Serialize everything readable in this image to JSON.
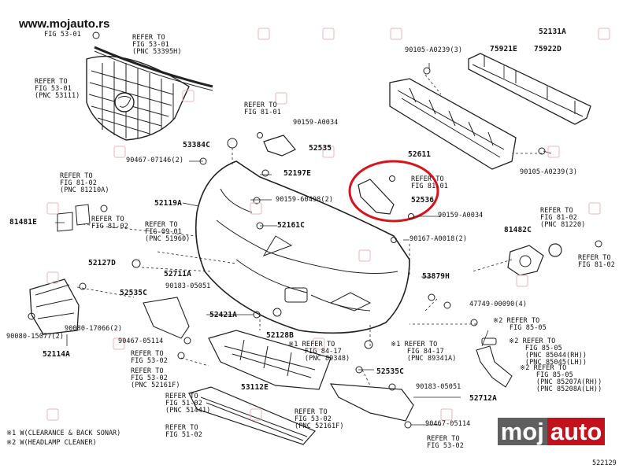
{
  "site": "www.mojauto.rs",
  "brand": {
    "part1": "moj",
    "part2": "auto"
  },
  "diagram_code": "522129",
  "footnotes": [
    "※1 W(CLEARANCE & BACK SONAR)",
    "※2 W(HEADLAMP CLEANER)"
  ],
  "labels": [
    {
      "id": "top-fig5301",
      "text": "FIG 53-01"
    },
    {
      "id": "ref-53395h",
      "text": "REFER TO\nFIG 53-01\n(PNC 53395H)"
    },
    {
      "id": "ref-53111",
      "text": "REFER TO\nFIG 53-01\n(PNC 53111)"
    },
    {
      "id": "ref-8101-a",
      "text": "REFER TO\nFIG 81-01"
    },
    {
      "id": "p90159a0034-a",
      "text": "90159-A0034"
    },
    {
      "id": "p52535",
      "text": "52535"
    },
    {
      "id": "p53384c",
      "text": "53384C"
    },
    {
      "id": "p9046707146",
      "text": "90467-07146(2)"
    },
    {
      "id": "p52197e",
      "text": "52197E"
    },
    {
      "id": "p90159a0239",
      "text": "90105-A0239(3)"
    },
    {
      "id": "p75921e",
      "text": "75921E"
    },
    {
      "id": "p75922d",
      "text": "75922D"
    },
    {
      "id": "p52131a",
      "text": "52131A"
    },
    {
      "id": "p52611",
      "text": "52611"
    },
    {
      "id": "p90105a0239b",
      "text": "90105-A0239(3)"
    },
    {
      "id": "ref-81210a",
      "text": "REFER TO\nFIG 81-02\n(PNC 81210A)"
    },
    {
      "id": "p81481e",
      "text": "81481E"
    },
    {
      "id": "ref-8102-a",
      "text": "REFER TO\nFIG 81-02"
    },
    {
      "id": "p52119a",
      "text": "52119A"
    },
    {
      "id": "p9015960498",
      "text": "90159-60498(2)"
    },
    {
      "id": "ref-8101-b",
      "text": "REFER TO\nFIG 81-01"
    },
    {
      "id": "p52536",
      "text": "52536"
    },
    {
      "id": "p90159a0034-b",
      "text": "90159-A0034"
    },
    {
      "id": "ref-81220",
      "text": "REFER TO\nFIG 81-02\n(PNC 81220)"
    },
    {
      "id": "p81482c",
      "text": "81482C"
    },
    {
      "id": "ref-8102-b",
      "text": "REFER TO\nFIG 81-02"
    },
    {
      "id": "p52161c",
      "text": "52161C"
    },
    {
      "id": "ref-51960",
      "text": "REFER TO\nFIG 09-01\n(PNC 51960)"
    },
    {
      "id": "p90167a0018",
      "text": "90167-A0018(2)"
    },
    {
      "id": "p52127d",
      "text": "52127D"
    },
    {
      "id": "p52711a",
      "text": "52711A"
    },
    {
      "id": "p9018305051-a",
      "text": "90183-05051"
    },
    {
      "id": "p53879h",
      "text": "53879H"
    },
    {
      "id": "p52535c-a",
      "text": "52535C"
    },
    {
      "id": "p4774900090",
      "text": "47749-00090(4)"
    },
    {
      "id": "p52421a",
      "text": "52421A"
    },
    {
      "id": "p9008015077",
      "text": "90080-15077(2)"
    },
    {
      "id": "p9008017066",
      "text": "90080-17066(2)"
    },
    {
      "id": "p9046705114-a",
      "text": "90467-05114"
    },
    {
      "id": "p52128b",
      "text": "52128B"
    },
    {
      "id": "ref-8505-a",
      "text": "※2 REFER TO\n    FIG 85-05"
    },
    {
      "id": "ref-8505-b",
      "text": "※2 REFER TO\n    FIG 85-05\n    (PNC 85044(RH))\n    (PNC 85045(LH))"
    },
    {
      "id": "p52114a",
      "text": "52114A"
    },
    {
      "id": "ref-5302-a",
      "text": "REFER TO\nFIG 53-02"
    },
    {
      "id": "ref-89348",
      "text": "※1 REFER TO\n    FIG 84-17\n    (PNC 89348)"
    },
    {
      "id": "ref-89341a",
      "text": "※1 REFER TO\n    FIG 84-17\n    (PNC 89341A)"
    },
    {
      "id": "ref-52161f-a",
      "text": "REFER TO\nFIG 53-02\n(PNC 52161F)"
    },
    {
      "id": "p52535c-b",
      "text": "52535C"
    },
    {
      "id": "ref-85207a",
      "text": "※2 REFER TO\n    FIG 85-05\n    (PNC 85207A(RH))\n    (PNC 85208A(LH))"
    },
    {
      "id": "p53112e",
      "text": "53112E"
    },
    {
      "id": "p9018305051-b",
      "text": "90183-05051"
    },
    {
      "id": "ref-51441",
      "text": "REFER TO\nFIG 51-02\n(PNC 51441)"
    },
    {
      "id": "p52712a",
      "text": "52712A"
    },
    {
      "id": "ref-52161f-b",
      "text": "REFER TO\nFIG 53-02\n(PNC 52161F)"
    },
    {
      "id": "p9046705114-b",
      "text": "90467-05114"
    },
    {
      "id": "ref-5102",
      "text": "REFER TO\nFIG 51-02"
    },
    {
      "id": "ref-5302-b",
      "text": "REFER TO\nFIG 53-02"
    }
  ]
}
